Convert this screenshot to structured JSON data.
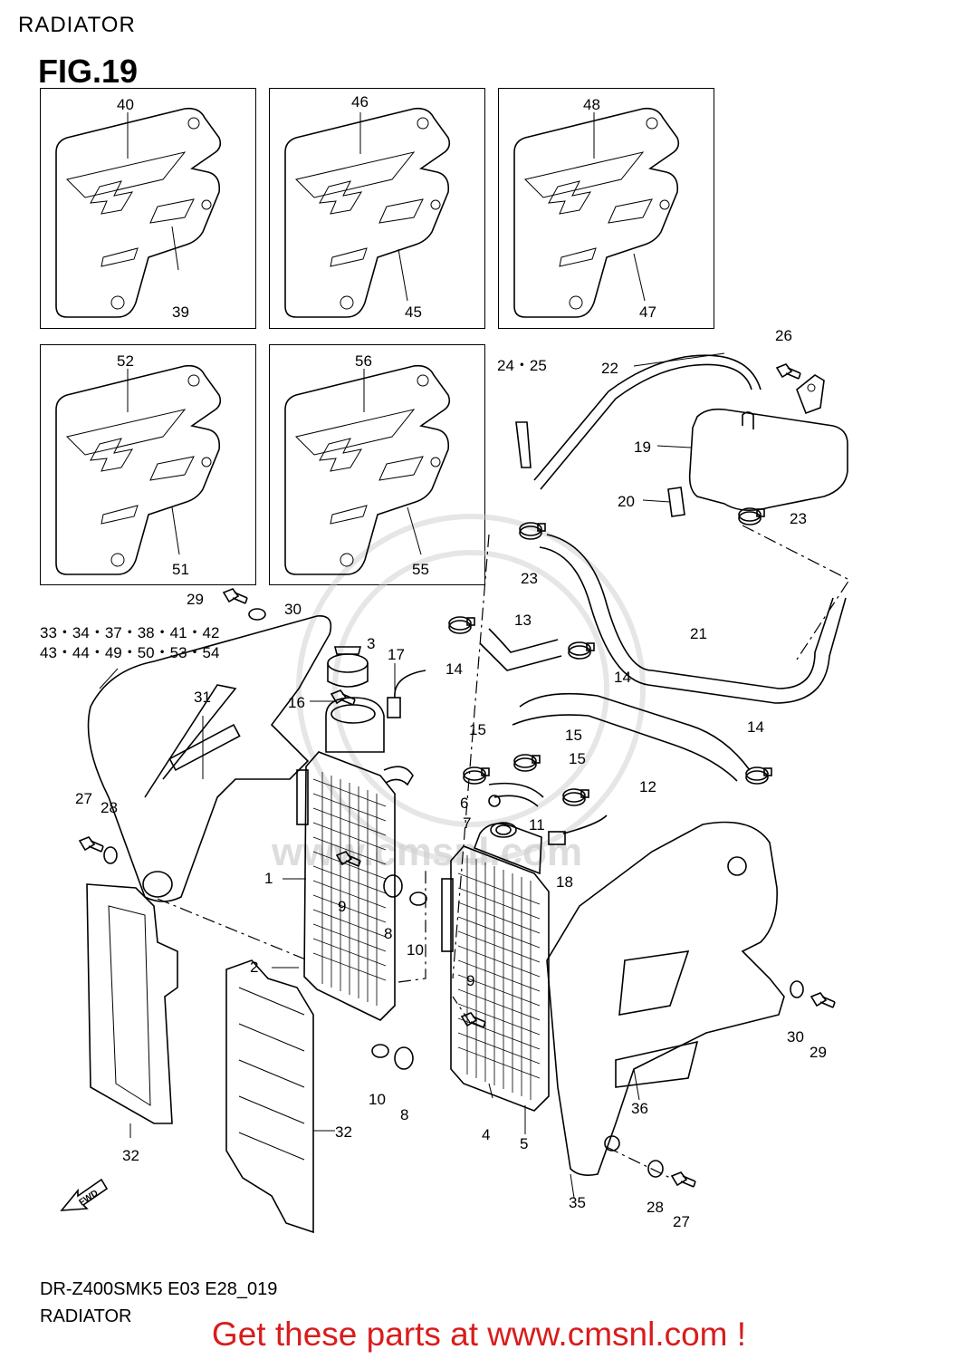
{
  "header": {
    "title": "RADIATOR"
  },
  "figure": {
    "label": "FIG.19"
  },
  "panels": [
    {
      "top": "40",
      "bottom": "39"
    },
    {
      "top": "46",
      "bottom": "45"
    },
    {
      "top": "48",
      "bottom": "47"
    },
    {
      "top": "52",
      "bottom": "51"
    },
    {
      "top": "56",
      "bottom": "55"
    }
  ],
  "callouts": {
    "c26": "26",
    "c24_25": "24・25",
    "c22": "22",
    "c19": "19",
    "c20": "20",
    "c23a": "23",
    "c23b": "23",
    "c29a": "29",
    "c30a": "30",
    "c3": "3",
    "c17": "17",
    "c16": "16",
    "c13": "13",
    "c14a": "14",
    "c14b": "14",
    "c21": "21",
    "c31": "31",
    "c15a": "15",
    "c15b": "15",
    "c15c": "15",
    "c14c": "14",
    "c12": "12",
    "c27a": "27",
    "c28a": "28",
    "c6": "6",
    "c7": "7",
    "c11": "11",
    "c18": "18",
    "c1": "1",
    "c9a": "9",
    "c8a": "8",
    "c10a": "10",
    "c2": "2",
    "c9b": "9",
    "c30b": "30",
    "c29b": "29",
    "c10b": "10",
    "c8b": "8",
    "c36": "36",
    "c4": "4",
    "c5": "5",
    "c32a": "32",
    "c32b": "32",
    "c35": "35",
    "c28b": "28",
    "c27b": "27",
    "group1": "33・34・37・38・41・42",
    "group2": "43・44・49・50・53・54"
  },
  "arrow_label": "FWD",
  "footer": {
    "code": "DR-Z400SMK5 E03 E28_019",
    "name": "RADIATOR",
    "promo": "Get these parts at www.cmsnl.com !"
  },
  "watermark": {
    "text": "www.cmsnl.com"
  }
}
